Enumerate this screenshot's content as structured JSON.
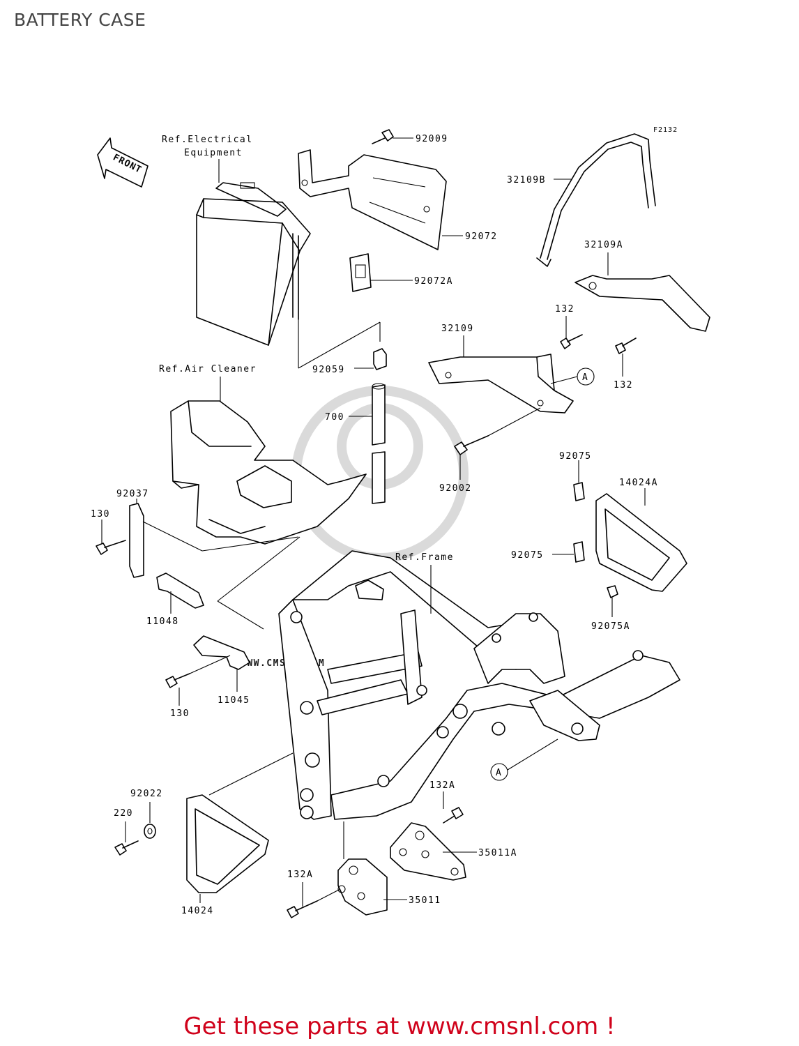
{
  "page": {
    "title": "BATTERY CASE",
    "footer": "Get these parts at www.cmsnl.com !"
  },
  "diagram": {
    "figure_code": "F2132",
    "front_arrow": "FRONT",
    "watermark": "WWW.CMSNL.COM",
    "callout_letter": "A",
    "references": {
      "electrical_1": "Ref.Electrical",
      "electrical_2": "Equipment",
      "air_cleaner": "Ref.Air Cleaner",
      "frame": "Ref.Frame"
    },
    "parts": {
      "p92009": "92009",
      "p92072": "92072",
      "p92072a": "92072A",
      "p32109b": "32109B",
      "p32109a": "32109A",
      "p132_top": "132",
      "p132_bot": "132",
      "p32109": "32109",
      "p92059": "92059",
      "p700": "700",
      "p92002": "92002",
      "p92075_top": "92075",
      "p14024a": "14024A",
      "p92075_mid": "92075",
      "p92075a": "92075A",
      "p92037": "92037",
      "p130_top": "130",
      "p11048": "11048",
      "p130_bot": "130",
      "p11045": "11045",
      "p92022": "92022",
      "p220": "220",
      "p14024": "14024",
      "p132a_right": "132A",
      "p35011a": "35011A",
      "p132a_left": "132A",
      "p35011": "35011"
    }
  },
  "colors": {
    "footer_text": "#d0021b",
    "title_text": "#444444",
    "watermark": "#d6d6d6",
    "line": "#000000"
  }
}
